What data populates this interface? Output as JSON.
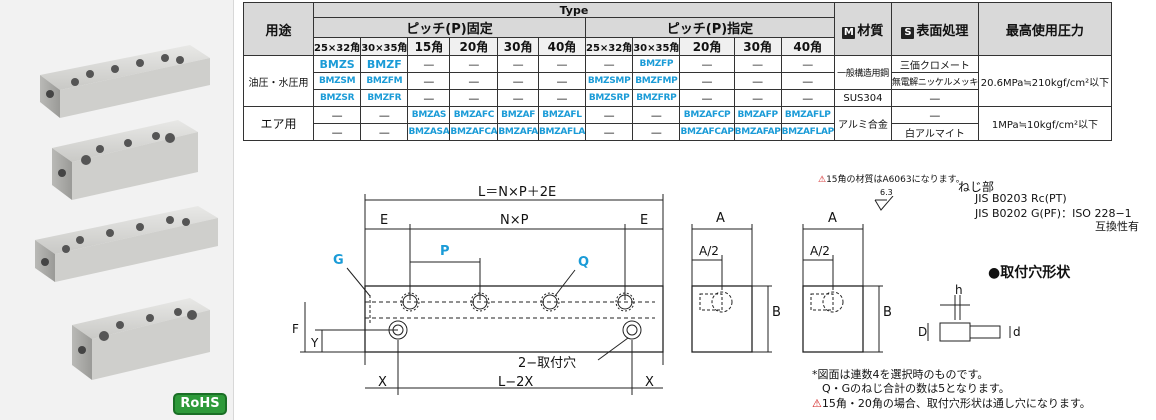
{
  "rohs_label": "RoHS",
  "table": {
    "col_usage": "用途",
    "col_type": "Type",
    "col_pitch_fixed": "ピッチ(P)固定",
    "col_pitch_spec": "ピッチ(P)指定",
    "col_material": "材質",
    "material_badge": "M",
    "col_surface": "表面処理",
    "surface_badge": "S",
    "col_pressure": "最高使用圧力",
    "sizes": [
      "25×32角",
      "30×35角",
      "15角",
      "20角",
      "30角",
      "40角",
      "25×32角",
      "30×35角",
      "20角",
      "30角",
      "40角"
    ],
    "usage_oil": "油圧・水圧用",
    "usage_air": "エア用",
    "rows": [
      [
        "BMZS",
        "BMZF",
        "—",
        "—",
        "—",
        "—",
        "—",
        "BMZFP",
        "—",
        "—",
        "—"
      ],
      [
        "BMZSM",
        "BMZFM",
        "—",
        "—",
        "—",
        "—",
        "BMZSMP",
        "BMZFMP",
        "—",
        "—",
        "—"
      ],
      [
        "BMZSR",
        "BMZFR",
        "—",
        "—",
        "—",
        "—",
        "BMZSRP",
        "BMZFRP",
        "—",
        "—",
        "—"
      ],
      [
        "—",
        "—",
        "BMZAS",
        "BMZAFC",
        "BMZAF",
        "BMZAFL",
        "—",
        "—",
        "BMZAFCP",
        "BMZAFP",
        "BMZAFLP"
      ],
      [
        "—",
        "—",
        "BMZASA",
        "BMZAFCA",
        "BMZAFA",
        "BMZAFLA",
        "—",
        "—",
        "BMZAFCAP",
        "BMZAFAP",
        "BMZAFLAP"
      ]
    ],
    "material_steel": "一般構造用鋼",
    "material_sus": "SUS304",
    "material_al": "アルミ合金",
    "surface_1": "三価クロメート",
    "surface_2": "無電解ニッケルメッキ",
    "surface_3": "—",
    "surface_4": "—",
    "surface_5": "白アルマイト",
    "pressure_oil": "20.6MPa≒210kgf/cm²以下",
    "pressure_air": "1MPa≒10kgf/cm²以下"
  },
  "notes": {
    "footnote_15": "15角の材質はA6063になります。",
    "roughness": "6.3",
    "thread_title": "ねじ部",
    "thread_1": "JIS  B0203  Rc(PT)",
    "thread_2": "JIS  B0202  G(PF)：ISO  228−1",
    "thread_3": "互換性有",
    "mount_title": "●取付穴形状",
    "bottom_1": "*図面は連数4を選択時のものです。",
    "bottom_2": "Q・Gのねじ合計の数は5となります。",
    "bottom_3": "15角・20角の場合、取付穴形状は通し穴になります。"
  },
  "drawing": {
    "dim_L": "L＝N×P＋2E",
    "dim_E_left": "E",
    "dim_NP": "N×P",
    "dim_E_right": "E",
    "dim_P": "P",
    "dim_Q": "Q",
    "dim_G": "G",
    "dim_F": "F",
    "dim_Y": "Y",
    "dim_X_left": "X",
    "dim_L2X": "L−2X",
    "dim_X_right": "X",
    "mount_holes": "2−取付穴",
    "dim_A1": "A",
    "dim_A2_1": "A/2",
    "dim_B1": "B",
    "dim_A2": "A",
    "dim_A2_2": "A/2",
    "dim_B2": "B",
    "dim_h": "h",
    "dim_D": "D",
    "dim_d": "d"
  }
}
